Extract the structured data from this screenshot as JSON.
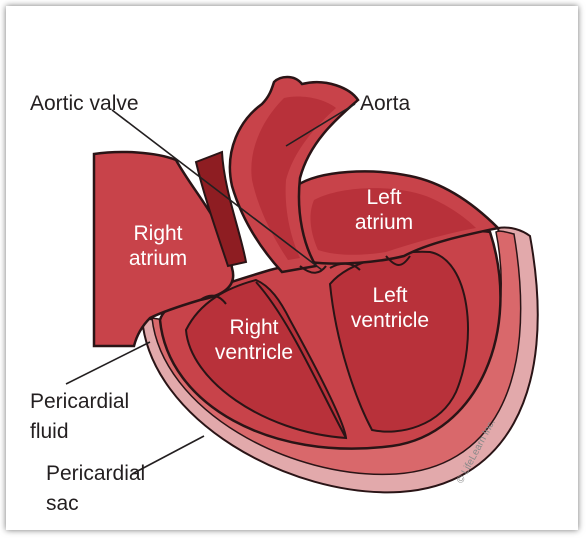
{
  "labels": {
    "aortic_valve": "Aortic valve",
    "aorta": "Aorta",
    "right_atrium": [
      "Right",
      "atrium"
    ],
    "left_atrium": [
      "Left",
      "atrium"
    ],
    "right_ventricle": [
      "Right",
      "ventricle"
    ],
    "left_ventricle": [
      "Left",
      "ventricle"
    ],
    "pericardial_fluid": [
      "Pericardial",
      "fluid"
    ],
    "pericardial_sac": [
      "Pericardial",
      "sac"
    ]
  },
  "copyright": "© LifeLearn Inc.",
  "colors": {
    "muscle": "#c8434a",
    "chamber": "#b8313a",
    "dark_vessel": "#8e1d22",
    "outline": "#2a1416",
    "sac": "#e2a9ab",
    "fluid": "#d9686b"
  }
}
